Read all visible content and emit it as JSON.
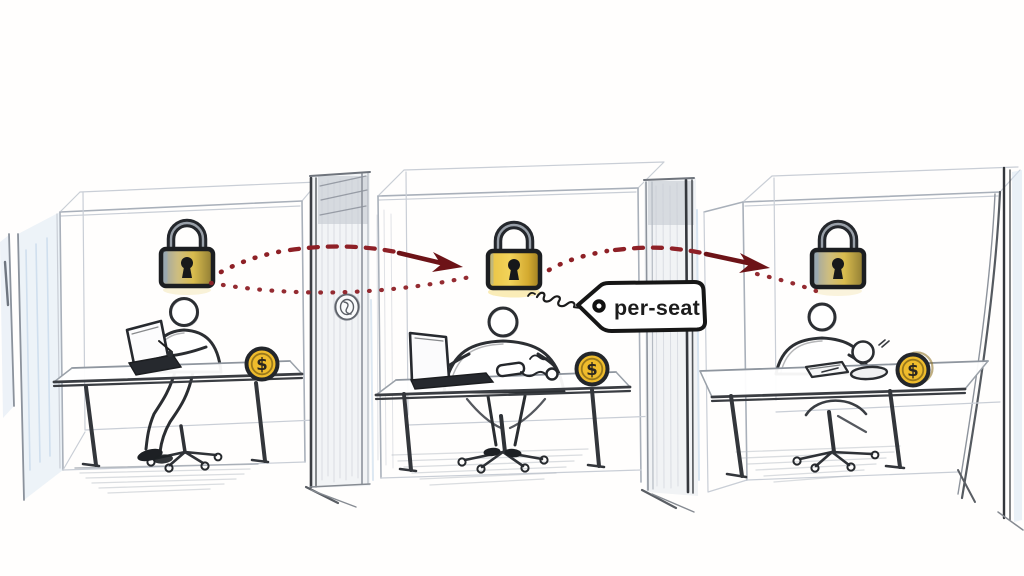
{
  "scene": {
    "description": "Hand-drawn sketch: three office cubicles, each with a worker at a desk, a gold padlock above and a dollar coin on the desk; dashed red arrows hop from lock to lock; a price tag reads per-seat.",
    "cubicle_count": 3
  },
  "tag": {
    "label": "per-seat"
  },
  "coin": {
    "symbol": "$"
  },
  "icons": {
    "padlock": "padlock-icon",
    "coin": "dollar-coin-icon",
    "price_tag": "price-tag-icon",
    "arrow": "dashed-arrow-icon",
    "wall_emblem": "wall-emblem-icon"
  },
  "colors": {
    "background": "#ffffff",
    "pencil_dark": "#2e3135",
    "pencil_light": "#a7aeb8",
    "wall_blue": "#d6e4f2",
    "arrow_red": "#8e2026",
    "arrowhead_red": "#6d1317",
    "lock_gold": "#d9bc4e",
    "lock_gold_bright": "#f2d35a",
    "lock_slate": "#97a2ad",
    "coin_gold": "#efbc2c",
    "coin_outline": "#23262b",
    "tag_fill": "#ffffff",
    "tag_border": "#161616",
    "tag_text": "#1c1c1c"
  }
}
